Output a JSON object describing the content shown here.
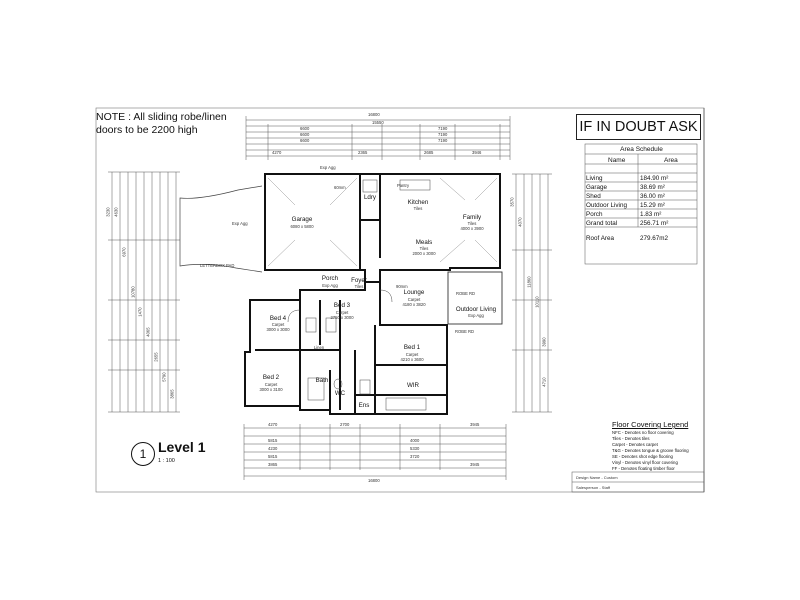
{
  "note": {
    "line1": "NOTE : All sliding robe/linen",
    "line2": "doors to be 2200 high"
  },
  "warning": "IF IN DOUBT ASK",
  "area_schedule": {
    "title": "Area Schedule",
    "col_name": "Name",
    "col_area": "Area",
    "rows": [
      {
        "name": "Living",
        "area": "184.90 m²"
      },
      {
        "name": "Garage",
        "area": "38.69 m²"
      },
      {
        "name": "Shed",
        "area": "36.00 m²"
      },
      {
        "name": "Outdoor Living",
        "area": "15.29 m²"
      },
      {
        "name": "Porch",
        "area": "1.83 m²"
      }
    ],
    "grand_total_label": "Grand total",
    "grand_total": "256.71 m²",
    "roof_label": "Roof Area",
    "roof_area": "279.67m2"
  },
  "rooms": {
    "garage": {
      "name": "Garage",
      "spec": "6080 x 5800"
    },
    "ldry": {
      "name": "Ldry"
    },
    "pantry": {
      "name": "Pantry"
    },
    "kitchen": {
      "name": "Kitchen",
      "spec": "Tiles"
    },
    "family": {
      "name": "Family",
      "spec": "Tiles",
      "dims": "4000 x 3900"
    },
    "meals": {
      "name": "Meals",
      "spec": "Tiles",
      "dims": "2000 x 3000"
    },
    "porch": {
      "name": "Porch",
      "spec": "Exp Agg"
    },
    "foyer": {
      "name": "Foyer",
      "spec": "Tiles"
    },
    "bed3": {
      "name": "Bed 3",
      "spec": "Carpet",
      "dims": "2750 x 3000"
    },
    "lounge": {
      "name": "Lounge",
      "spec": "Carpet",
      "dims": "4180 x 3820"
    },
    "outdoor": {
      "name": "Outdoor Living",
      "spec": "Exp Agg"
    },
    "bed4": {
      "name": "Bed 4",
      "spec": "Carpet",
      "dims": "3000 x 3000"
    },
    "linen": {
      "name": "Linen"
    },
    "bed1": {
      "name": "Bed 1",
      "spec": "Carpet",
      "dims": "4210 x 3600"
    },
    "bed2": {
      "name": "Bed 2",
      "spec": "Carpet",
      "dims": "3000 x 3100"
    },
    "bath": {
      "name": "Bath"
    },
    "wc": {
      "name": "WC"
    },
    "ens": {
      "name": "Ens"
    },
    "wir": {
      "name": "WIR"
    }
  },
  "annotations": {
    "exp_agg_top": "Exp Agg",
    "exp_agg_left": "Exp Agg",
    "letterbox": "LETTERBOX PAD",
    "robe_right": "ROBE RD",
    "robe_left": "ROBE RD",
    "door_60": "60mm",
    "door_90": "90mm"
  },
  "dims_top": {
    "overall": "16800",
    "row2": "15550",
    "row3a": "6600",
    "row3b": "7190",
    "row4a": "6600",
    "row4b": "7190",
    "row5a": "6600",
    "row5b": "7190",
    "row6a": "4270",
    "row6b": "2365",
    "row6c": "2685",
    "row6d": "3946"
  },
  "dims_bottom": {
    "row1a": "4270",
    "row1b": "2700",
    "row1c": "3945",
    "row2a": "5815",
    "row2b": "4000",
    "row3a": "4230",
    "row3b": "5330",
    "row4a": "5815",
    "row4b": "3720",
    "row5a": "3865",
    "row5b": "3945",
    "overall": "16800"
  },
  "dims_left": [
    "3230",
    "4630",
    "6970",
    "10780",
    "1470",
    "4065",
    "2655",
    "5790",
    "3865"
  ],
  "dims_right": [
    "3570",
    "4070",
    "11860",
    "10110",
    "3990",
    "4710"
  ],
  "level": {
    "number": "1",
    "title": "Level 1",
    "scale": "1 : 100"
  },
  "legend": {
    "title": "Floor Covering Legend",
    "items": [
      "NFC - Denotes no floor covering",
      "Tiles - Denotes tiles",
      "Carpet - Denotes carpet",
      "T&G - Denotes tongue & groove flooring",
      "SE - Denotes shot edge flooring",
      "Vinyl - Denotes vinyl floor covering",
      "FF - Denotes floating timber floor"
    ]
  },
  "title_block": {
    "design_name": "Design Name - Custom",
    "salesperson": "Salesperson - Staff"
  }
}
